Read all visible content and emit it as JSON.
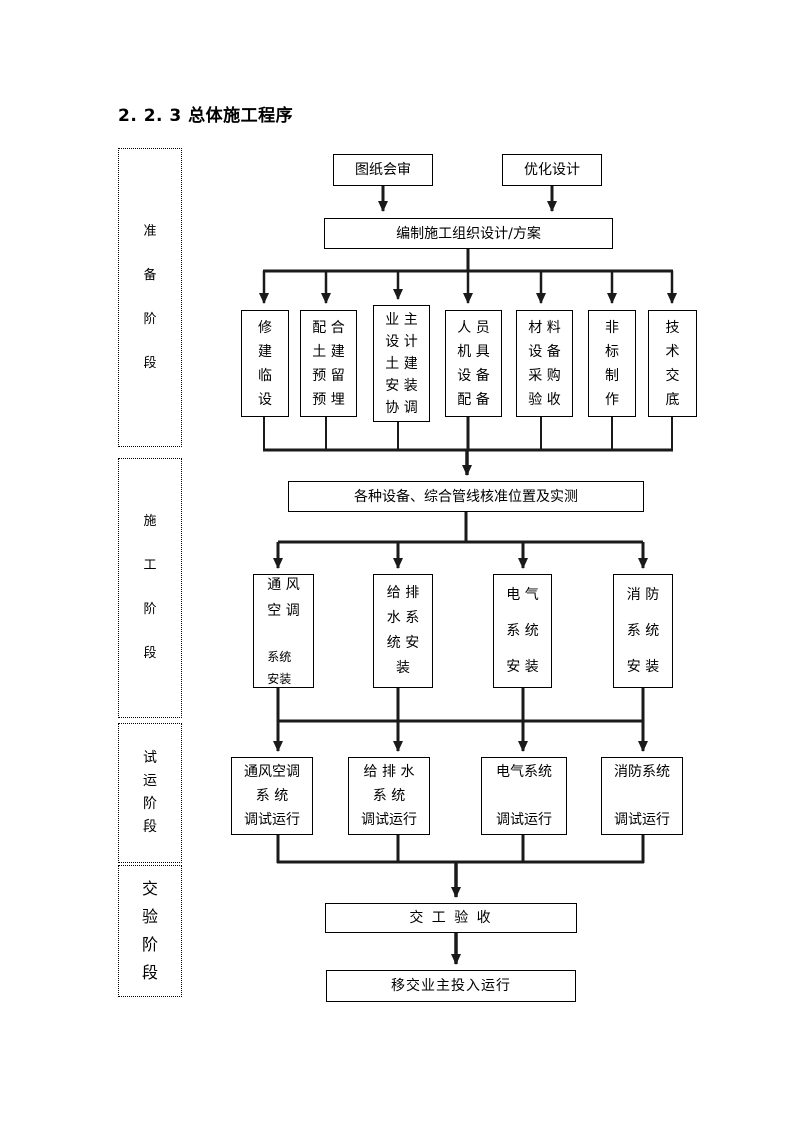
{
  "title": "2. 2. 3 总体施工程序",
  "sidebar": {
    "phases": [
      {
        "name": "preparation",
        "label": "准\n备\n阶\n段"
      },
      {
        "name": "construction",
        "label": "施\n工\n阶\n段"
      },
      {
        "name": "trial-run",
        "label": "试\n运\n阶\n段"
      },
      {
        "name": "handover",
        "label": "交\n验\n阶\n段"
      }
    ]
  },
  "flow": {
    "drawing_review": "图纸会审",
    "design_optimization": "优化设计",
    "org_design": "编制施工组织设计/方案",
    "prep_tasks": [
      "修\n建\n临\n设",
      "配 合\n土 建\n预 留\n预 埋",
      "业 主\n设 计\n土 建\n安 装\n协 调",
      "人 员\n机 具\n设 备\n配 备",
      "材 料\n设 备\n采 购\n验 收",
      "非\n标\n制\n作",
      "技\n术\n交\n底"
    ],
    "survey": "各种设备、综合管线核准位置及实测",
    "install_tasks": [
      {
        "main": "通 风\n空 调",
        "sub": "系统\n安装"
      },
      {
        "text": "给 排\n水 系\n统 安\n装"
      },
      {
        "text": "电 气\n系 统\n安 装"
      },
      {
        "text": "消 防\n系 统\n安 装"
      }
    ],
    "trial_tasks": [
      "通风空调\n系 统\n调试运行",
      "给 排 水\n系 统\n调试运行",
      "电气系统\n\n调试运行",
      "消防系统\n\n调试运行"
    ],
    "handover_acceptance": "交 工 验 收",
    "transfer_operation": "移交业主投入运行"
  },
  "colors": {
    "line": "#1a1a1a",
    "background": "#ffffff",
    "text": "#000000"
  }
}
